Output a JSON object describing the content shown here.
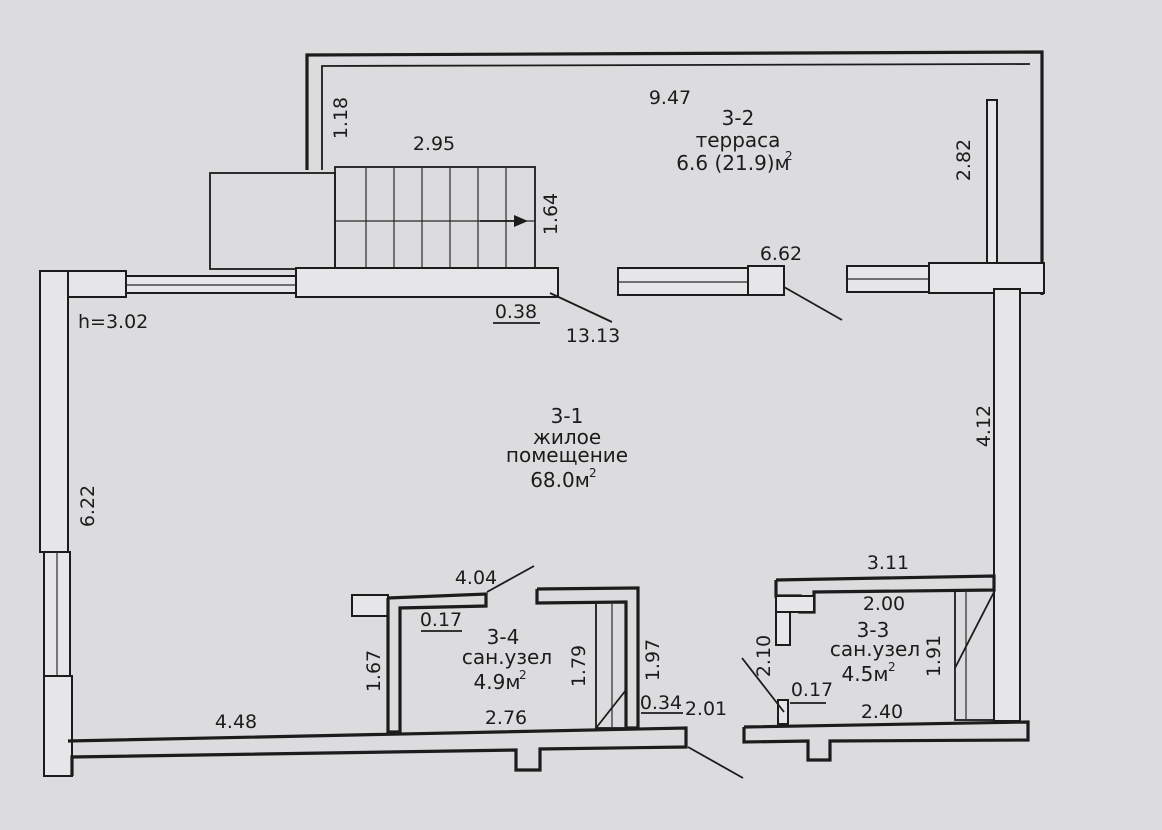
{
  "colors": {
    "paper": "#dcdcde",
    "ink": "#1c1c1c"
  },
  "rooms": {
    "terrace": {
      "id": "3-2",
      "name": "терраса",
      "area": "6.6 (21.9)м",
      "area_sup": "2"
    },
    "living": {
      "id": "3-1",
      "name_line1": "жилое",
      "name_line2": "помещение",
      "area": "68.0м",
      "area_sup": "2"
    },
    "bath_left": {
      "id": "3-4",
      "name": "сан.узел",
      "area": "4.9м",
      "area_sup": "2"
    },
    "bath_right": {
      "id": "3-3",
      "name": "сан.узел",
      "area": "4.5м",
      "area_sup": "2"
    }
  },
  "height_label": "h=3.02",
  "dimensions": {
    "terrace_width": "9.47",
    "terrace_depth": "1.18",
    "stair_width": "2.95",
    "stair_depth": "1.64",
    "terrace_right": "2.82",
    "opening_middle": "6.62",
    "wall_thickness_top": "0.38",
    "room_width": "13.13",
    "left_wall": "6.22",
    "right_wall": "4.12",
    "bottom_left": "4.48",
    "bath_left_top": "4.04",
    "bath_left_wall": "0.17",
    "bath_left_height": "1.67",
    "bath_left_inner": "1.79",
    "bath_left_right": "1.97",
    "bath_left_bottom": "2.76",
    "partition": "0.34",
    "door_gap": "2.01",
    "bath_right_top": "3.11",
    "bath_right_inner_top": "2.00",
    "bath_right_left": "2.10",
    "bath_right_height": "1.91",
    "bath_right_wall": "0.17",
    "bath_right_bottom": "2.40"
  }
}
